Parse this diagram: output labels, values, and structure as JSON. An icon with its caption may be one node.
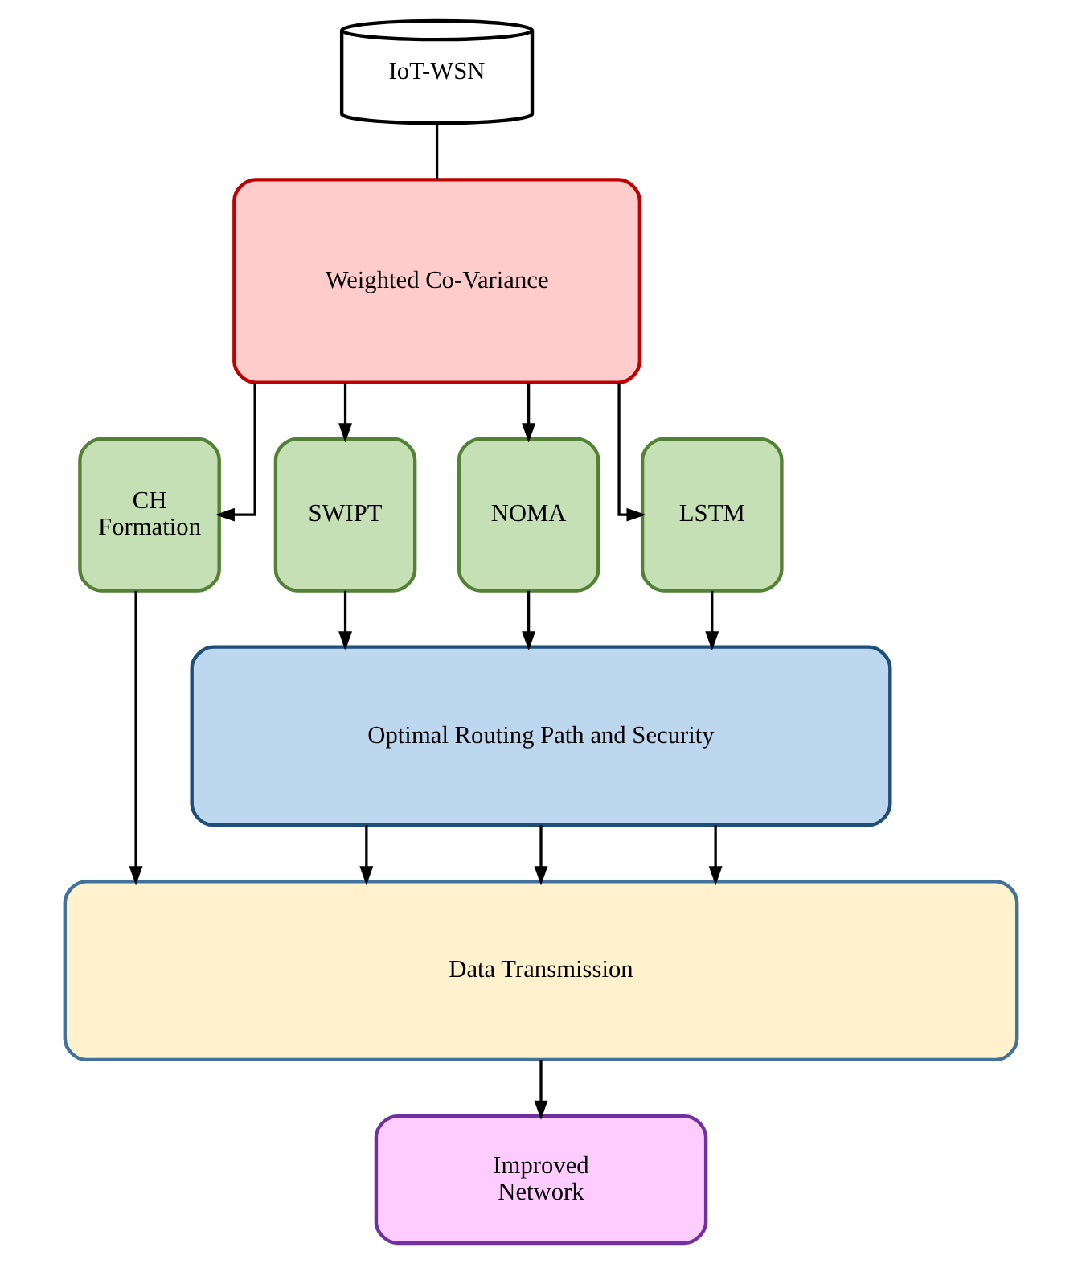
{
  "diagram": {
    "nodes": [
      {
        "text": [
          "IoT-WSN"
        ]
      },
      {
        "text": [
          "Weighted Co-Variance"
        ]
      },
      {
        "text": [
          "CH Formation"
        ]
      },
      {
        "text": [
          "SWIPT"
        ]
      },
      {
        "text": [
          "NOMA"
        ]
      },
      {
        "text": [
          "LSTM"
        ]
      },
      {
        "text": [
          "Optimal Routing Path and Security"
        ]
      },
      {
        "text": [
          "Data Transmission"
        ]
      },
      {
        "text": [
          "Improved Network"
        ]
      }
    ],
    "edges": [
      {
        "from": 0,
        "to": 1,
        "arrow": "none"
      },
      {
        "from": 1,
        "to": 2,
        "arrow": "to"
      },
      {
        "from": 1,
        "to": 3,
        "arrow": "to"
      },
      {
        "from": 1,
        "to": 4,
        "arrow": "to"
      },
      {
        "from": 1,
        "to": 5,
        "arrow": "to"
      },
      {
        "from": 3,
        "to": 6,
        "arrow": "to"
      },
      {
        "from": 4,
        "to": 6,
        "arrow": "to"
      },
      {
        "from": 5,
        "to": 6,
        "arrow": "to"
      },
      {
        "from": 2,
        "to": 7,
        "arrow": "to"
      },
      {
        "from": 6,
        "to": 7,
        "arrow": "to"
      },
      {
        "from": 6,
        "to": 7,
        "arrow": "to"
      },
      {
        "from": 6,
        "to": 7,
        "arrow": "to"
      },
      {
        "from": 7,
        "to": 8,
        "arrow": "to"
      }
    ]
  }
}
